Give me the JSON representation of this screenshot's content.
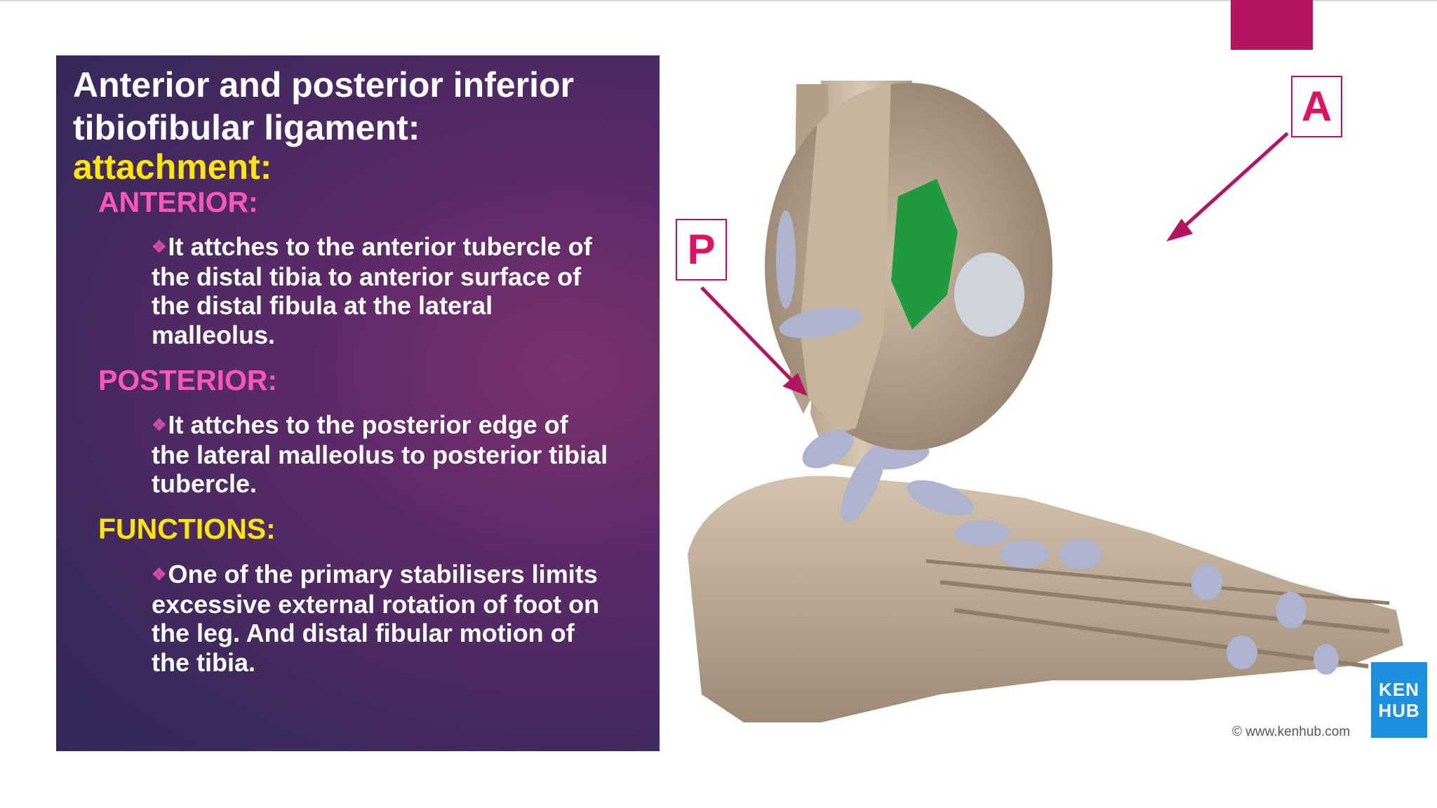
{
  "slide": {
    "title_line1": "Anterior and posterior inferior",
    "title_line2": "tibiofibular ligament:",
    "title_highlight": "attachment:",
    "sections": [
      {
        "heading": "ANTERIOR:",
        "bullet_icon": "diamond-bullet-icon",
        "text_lines": [
          "It attches to the anterior tubercle of",
          "the distal tibia to anterior surface of",
          "the distal fibula at the lateral",
          "malleolus."
        ]
      },
      {
        "heading": "POSTERIOR:",
        "bullet_icon": "diamond-bullet-icon",
        "text_lines": [
          "It attches to the posterior edge of",
          "the lateral malleolus to posterior tibial",
          "tubercle."
        ]
      },
      {
        "heading": "FUNCTIONS:",
        "bullet_icon": "diamond-bullet-icon",
        "text_lines": [
          "One of the primary stabilisers limits",
          "excessive external rotation of foot on",
          "the leg. And distal fibular motion of",
          "the tibia."
        ]
      }
    ]
  },
  "figure": {
    "label_posterior": "P",
    "label_anterior": "A",
    "logo_line1": "KEN",
    "logo_line2": "HUB",
    "credit": "© www.kenhub.com"
  },
  "colors": {
    "accent": "#b5145e",
    "heading_pink": "#ff55bd",
    "heading_yellow": "#ffe600",
    "ligament_green": "#1f9a3c",
    "logo_blue": "#1e90e0"
  }
}
